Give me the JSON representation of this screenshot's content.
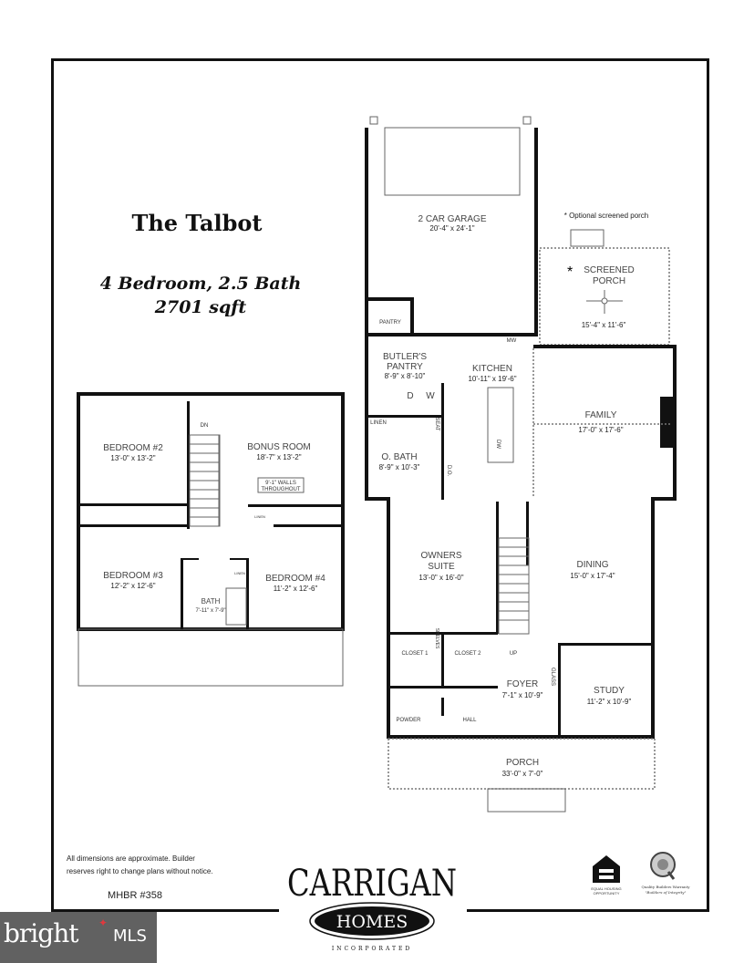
{
  "title": "The Talbot",
  "subtitle": "4 Bedroom, 2.5 Bath",
  "sqft": "2701 sqft",
  "optional_note": "* Optional screened porch",
  "second_floor": {
    "rooms": [
      {
        "name": "BEDROOM #2",
        "dim": "13'-0\" x 13'-2\""
      },
      {
        "name": "BONUS ROOM",
        "dim": "18'-7\" x 13'-2\""
      },
      {
        "name": "BEDROOM #3",
        "dim": "12'-2\" x 12'-6\""
      },
      {
        "name": "BEDROOM #4",
        "dim": "11'-2\" x 12'-6\""
      },
      {
        "name": "BATH",
        "dim": "7'-11\" x 7'-9\""
      }
    ],
    "walls_note_1": "9'-1\" WALLS",
    "walls_note_2": "THROUGHOUT",
    "stairs_label": "DN",
    "linen": "LINEN",
    "linen2": "LINEN"
  },
  "first_floor": {
    "rooms": [
      {
        "name": "2 CAR GARAGE",
        "dim": "20'-4\" x 24'-1\""
      },
      {
        "name": "SCREENED",
        "name2": "PORCH",
        "dim": "15'-4\" x 11'-6\""
      },
      {
        "name": "BUTLER'S",
        "name2": "PANTRY",
        "dim": "8'-9\" x 8'-10\""
      },
      {
        "name": "KITCHEN",
        "dim": "10'-11\" x 19'-6\""
      },
      {
        "name": "FAMILY",
        "dim": "17'-0\" x 17'-6\""
      },
      {
        "name": "O. BATH",
        "dim": "8'-9\" x 10'-3\""
      },
      {
        "name": "OWNERS",
        "name2": "SUITE",
        "dim": "13'-0\" x 16'-0\""
      },
      {
        "name": "DINING",
        "dim": "15'-0\" x 17'-4\""
      },
      {
        "name": "FOYER",
        "dim": "7'-1\" x 10'-9\""
      },
      {
        "name": "STUDY",
        "dim": "11'-2\" x 10'-9\""
      },
      {
        "name": "PORCH",
        "dim": "33'-0\" x 7'-0\""
      }
    ],
    "small_labels": {
      "pantry": "PANTRY",
      "mw": "MW",
      "d": "D",
      "w": "W",
      "linen": "LINEN",
      "seat": "SEAT",
      "do": "D.O.",
      "dw": "DW",
      "closet1": "CLOSET 1",
      "closet2": "CLOSET 2",
      "shelves": "SHELVES",
      "powder": "POWDER",
      "hall": "HALL",
      "glass": "GLASS",
      "up": "UP",
      "asterisk": "*"
    }
  },
  "footer": {
    "disclaimer_1": "All dimensions are approximate.  Builder",
    "disclaimer_2": "reserves right to change plans without notice.",
    "license": "MHBR #358",
    "logo_main": "CARRIGAN",
    "logo_homes": "HOMES",
    "logo_inc": "INCORPORATED",
    "eho_1": "EQUAL HOUSING",
    "eho_2": "OPPORTUNITY",
    "warranty_1": "Quality Builders Warranty",
    "warranty_2": "\"Builders of Integrity\""
  },
  "watermark": {
    "text": "bright",
    "mls": "MLS",
    "accent": "#e0393e"
  }
}
